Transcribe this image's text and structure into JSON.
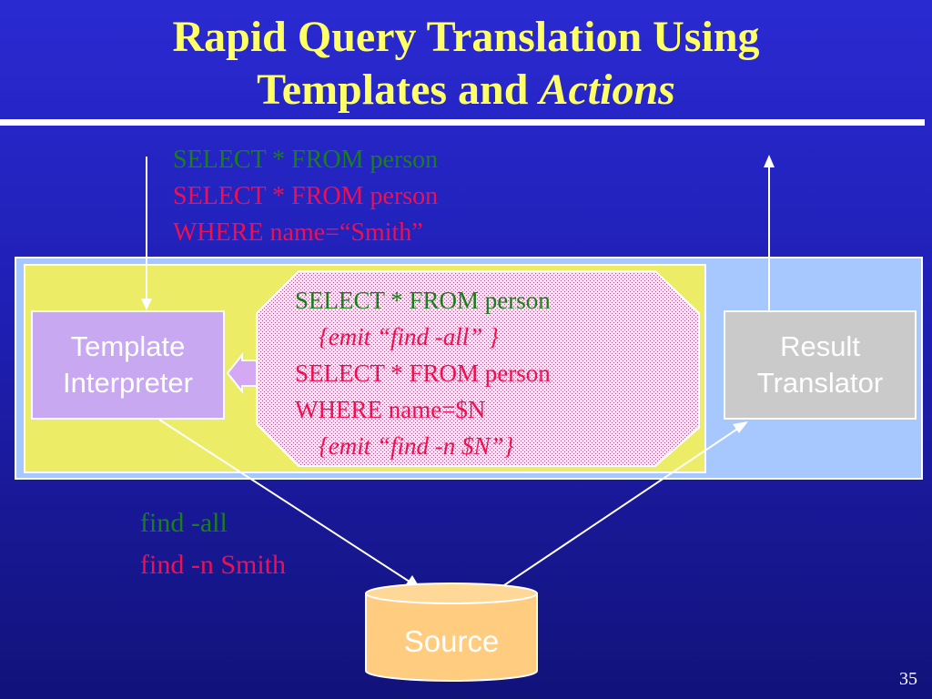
{
  "slide": {
    "title_line1": "Rapid Query Translation Using",
    "title_line2_plain": "Templates and ",
    "title_line2_italic": "Actions",
    "page_number": "35"
  },
  "top_queries": {
    "line1": "SELECT * FROM person",
    "line2": "SELECT * FROM person",
    "line3": "WHERE name=“Smith”"
  },
  "templates": {
    "line1": "SELECT * FROM person",
    "line2": "{emit “find -all” }",
    "line3": "SELECT * FROM person",
    "line4": "WHERE name=$N",
    "line5": "{emit “find -n $N”}"
  },
  "commands": {
    "line1": "find -all",
    "line2": "find -n Smith"
  },
  "boxes": {
    "template_interpreter_line1": "Template",
    "template_interpreter_line2": "Interpreter",
    "result_translator_line1": "Result",
    "result_translator_line2": "Translator",
    "source": "Source"
  },
  "colors": {
    "background": "#2020c8",
    "title": "#ffff66",
    "green_text": "#1a7f1a",
    "red_text": "#ee1050",
    "outer_panel": "#a6c8ff",
    "inner_panel": "#ecec66",
    "template_box": "#c9a8f2",
    "result_box": "#cacaca",
    "source_cylinder": "#ffcc80"
  }
}
